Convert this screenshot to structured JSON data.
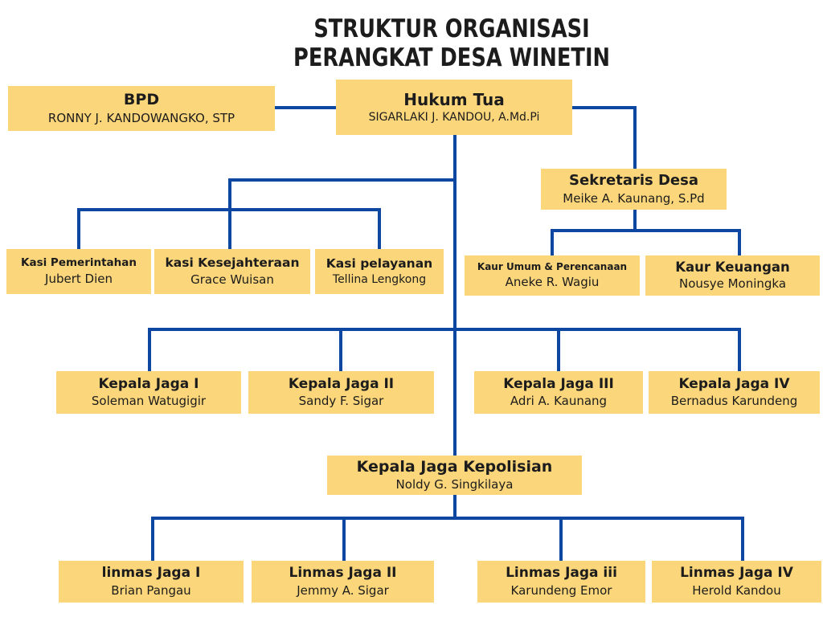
{
  "title": {
    "line1": "STRUKTUR ORGANISASI",
    "line2": "PERANGKAT DESA WINETIN"
  },
  "colors": {
    "box": "#fcd67a",
    "line": "#0d47a1",
    "text": "#1c1c1c"
  },
  "nodes": {
    "bpd": {
      "role": "BPD",
      "person": "RONNY J. KANDOWANGKO, STP"
    },
    "hukum_tua": {
      "role": "Hukum Tua",
      "person": "SIGARLAKI J. KANDOU, A.Md.Pi"
    },
    "sekretaris_desa": {
      "role": "Sekretaris Desa",
      "person": "Meike A. Kaunang, S.Pd"
    },
    "kasi_pemerintahan": {
      "role": "Kasi Pemerintahan",
      "person": "Jubert Dien"
    },
    "kasi_kesejahteraan": {
      "role": "kasi Kesejahteraan",
      "person": "Grace Wuisan"
    },
    "kasi_pelayanan": {
      "role": "Kasi pelayanan",
      "person": "Tellina Lengkong"
    },
    "kaur_umum": {
      "role": "Kaur Umum & Perencanaan",
      "person": "Aneke R. Wagiu"
    },
    "kaur_keuangan": {
      "role": "Kaur Keuangan",
      "person": "Nousye Moningka"
    },
    "kepala_jaga_1": {
      "role": "Kepala Jaga I",
      "person": "Soleman Watugigir"
    },
    "kepala_jaga_2": {
      "role": "Kepala Jaga II",
      "person": "Sandy F. Sigar"
    },
    "kepala_jaga_3": {
      "role": "Kepala Jaga III",
      "person": "Adri A. Kaunang"
    },
    "kepala_jaga_4": {
      "role": "Kepala Jaga IV",
      "person": "Bernadus Karundeng"
    },
    "kepala_jaga_kepolisian": {
      "role": "Kepala Jaga Kepolisian",
      "person": "Noldy G. Singkilaya"
    },
    "linmas_1": {
      "role": "linmas Jaga I",
      "person": "Brian Pangau"
    },
    "linmas_2": {
      "role": "Linmas Jaga II",
      "person": "Jemmy A. Sigar"
    },
    "linmas_3": {
      "role": "Linmas Jaga iii",
      "person": "Karundeng Emor"
    },
    "linmas_4": {
      "role": "Linmas Jaga IV",
      "person": "Herold Kandou"
    }
  }
}
